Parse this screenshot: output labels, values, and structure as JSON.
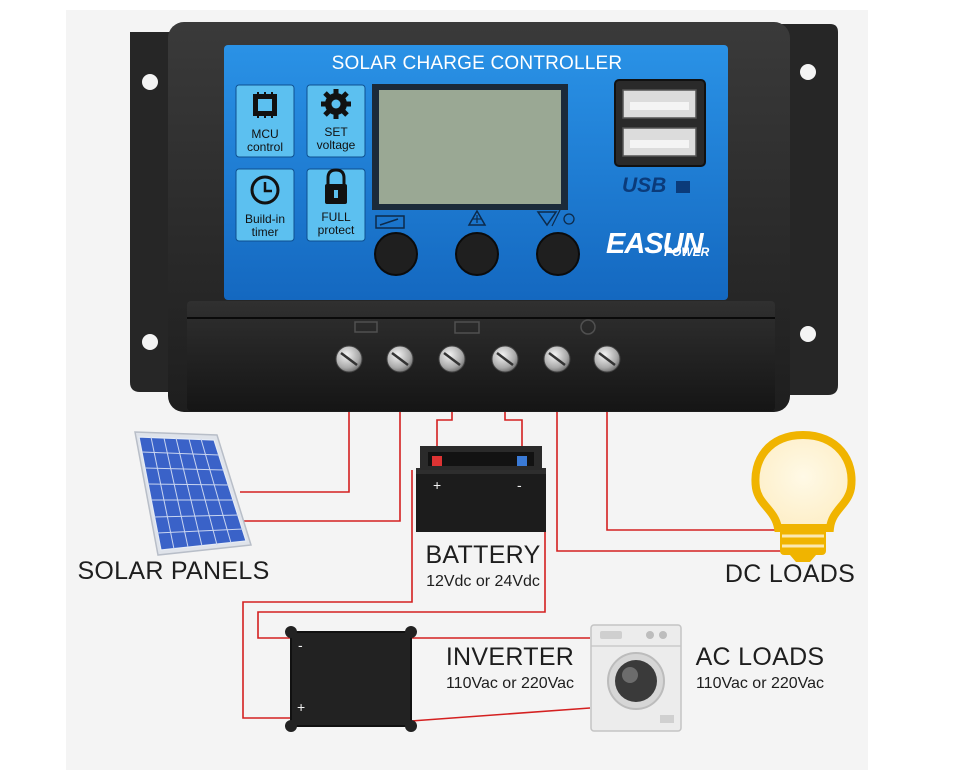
{
  "controller": {
    "title": "SOLAR CHARGE CONTROLLER",
    "features": [
      {
        "line1": "MCU",
        "line2": "control",
        "icon": "chip-icon"
      },
      {
        "line1": "SET",
        "line2": "voltage",
        "icon": "gear-icon"
      },
      {
        "line1": "Build-in",
        "line2": "timer",
        "icon": "clock-icon"
      },
      {
        "line1": "FULL",
        "line2": "protect",
        "icon": "lock-icon"
      }
    ],
    "usb_label": "USB",
    "brand_main": "EASUN",
    "brand_sub": "POWER",
    "colors": {
      "panel": "#1a7fd6",
      "body": "#2a2a2a",
      "lcd": "#9aa894",
      "wire": "#d42020"
    }
  },
  "labels": {
    "solar": "SOLAR PANELS",
    "battery": "BATTERY",
    "battery_spec": "12Vdc or 24Vdc",
    "dc_loads": "DC LOADS",
    "inverter": "INVERTER",
    "inverter_spec": "110Vac or 220Vac",
    "ac_loads": "AC LOADS",
    "ac_loads_spec": "110Vac or 220Vac"
  },
  "terminal_signs": {
    "plus": "+",
    "minus": "-"
  }
}
